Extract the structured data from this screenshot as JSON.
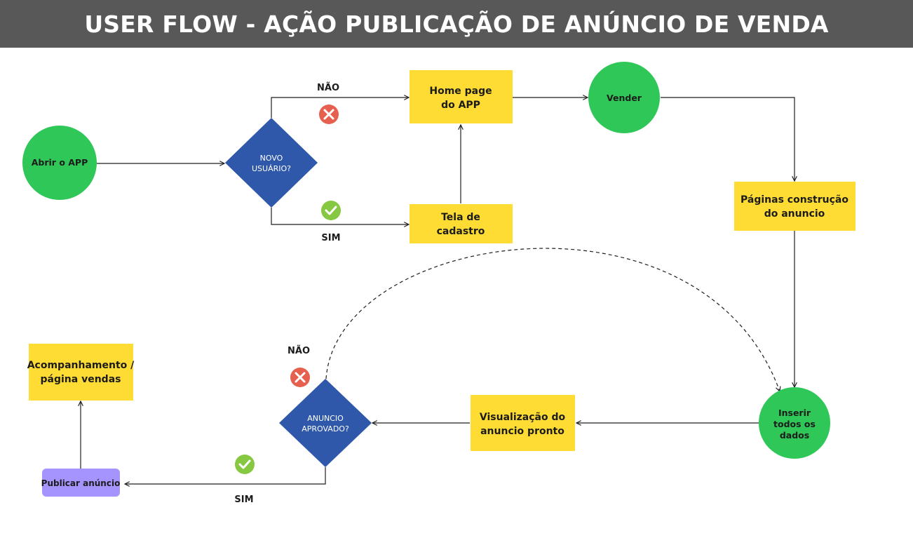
{
  "title": "USER FLOW - AÇÃO PUBLICAÇÃO DE ANÚNCIO DE VENDA",
  "colors": {
    "header": "#585858",
    "terminal": "#2fc758",
    "process": "#fedc33",
    "decision": "#2f58ab",
    "action": "#a594fd",
    "no_badge": "#e5604f",
    "yes_badge": "#86c842"
  },
  "nodes": {
    "abrir": {
      "label": "Abrir o APP"
    },
    "novo_usuario": {
      "lines": [
        "NOVO",
        "USUÁRIO?"
      ]
    },
    "home": {
      "lines": [
        "Home page",
        "do APP"
      ]
    },
    "cadastro": {
      "lines": [
        "Tela de",
        "cadastro"
      ]
    },
    "vender": {
      "label": "Vender"
    },
    "paginas": {
      "lines": [
        "Páginas construção",
        "do anuncio"
      ]
    },
    "inserir": {
      "lines": [
        "Inserir",
        "todos os",
        "dados"
      ]
    },
    "visualizacao": {
      "lines": [
        "Visualização do",
        "anuncio pronto"
      ]
    },
    "anuncio_aprovado": {
      "lines": [
        "ANUNCIO",
        "APROVADO?"
      ]
    },
    "publicar": {
      "label": "Publicar anúncio"
    },
    "acompanhamento": {
      "lines": [
        "Acompanhamento /",
        "página vendas"
      ]
    }
  },
  "edge_labels": {
    "top_no": "NÃO",
    "top_yes": "SIM",
    "bottom_no": "NÃO",
    "bottom_yes": "SIM"
  },
  "icons": {
    "no": "x-circle-icon",
    "yes": "check-circle-icon"
  }
}
